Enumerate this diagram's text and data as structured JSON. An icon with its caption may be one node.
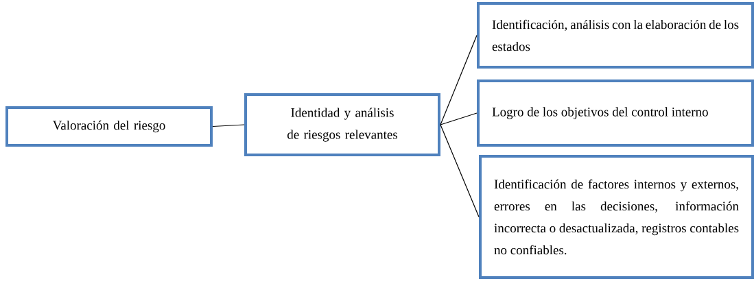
{
  "diagram": {
    "nodes": [
      {
        "text": [
          "Valoración del riesgo"
        ]
      },
      {
        "text": [
          "Identidad y análisis de riesgos relevantes"
        ]
      },
      {
        "text": [
          "Identificación, análisis con la elaboración de los estados"
        ]
      },
      {
        "text": [
          "Logro de los objetivos del control interno"
        ]
      },
      {
        "text": [
          "Identificación de factores internos y externos, errores en las decisiones, información incorrecta o desactualizada, registros contables no confiables."
        ]
      }
    ],
    "edges": [
      {
        "from": 0,
        "to": 1,
        "arrow": "none"
      },
      {
        "from": 1,
        "to": 2,
        "arrow": "none"
      },
      {
        "from": 1,
        "to": 3,
        "arrow": "none"
      },
      {
        "from": 1,
        "to": 4,
        "arrow": "none"
      }
    ]
  }
}
